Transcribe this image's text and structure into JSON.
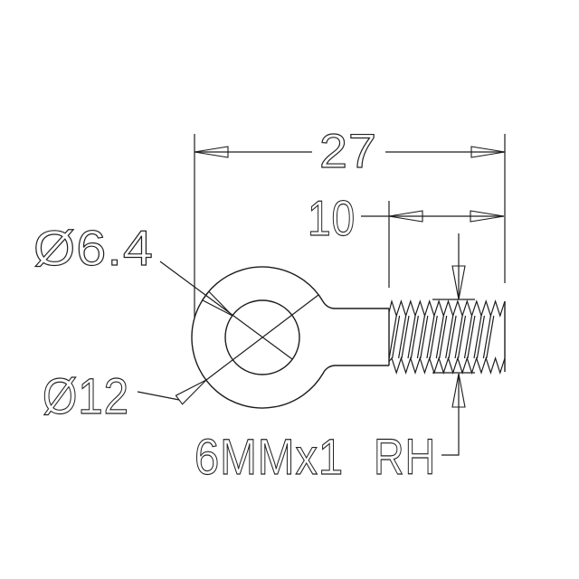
{
  "canvas": {
    "background": "#ffffff",
    "line_color": "#1c1c1c"
  },
  "labels": {
    "overall_length": "27",
    "thread_length": "10",
    "hole_diameter": "Ø6.4",
    "eye_outer_diameter": "Ø12",
    "thread_size": "6MMx1",
    "thread_hand": "RH"
  }
}
